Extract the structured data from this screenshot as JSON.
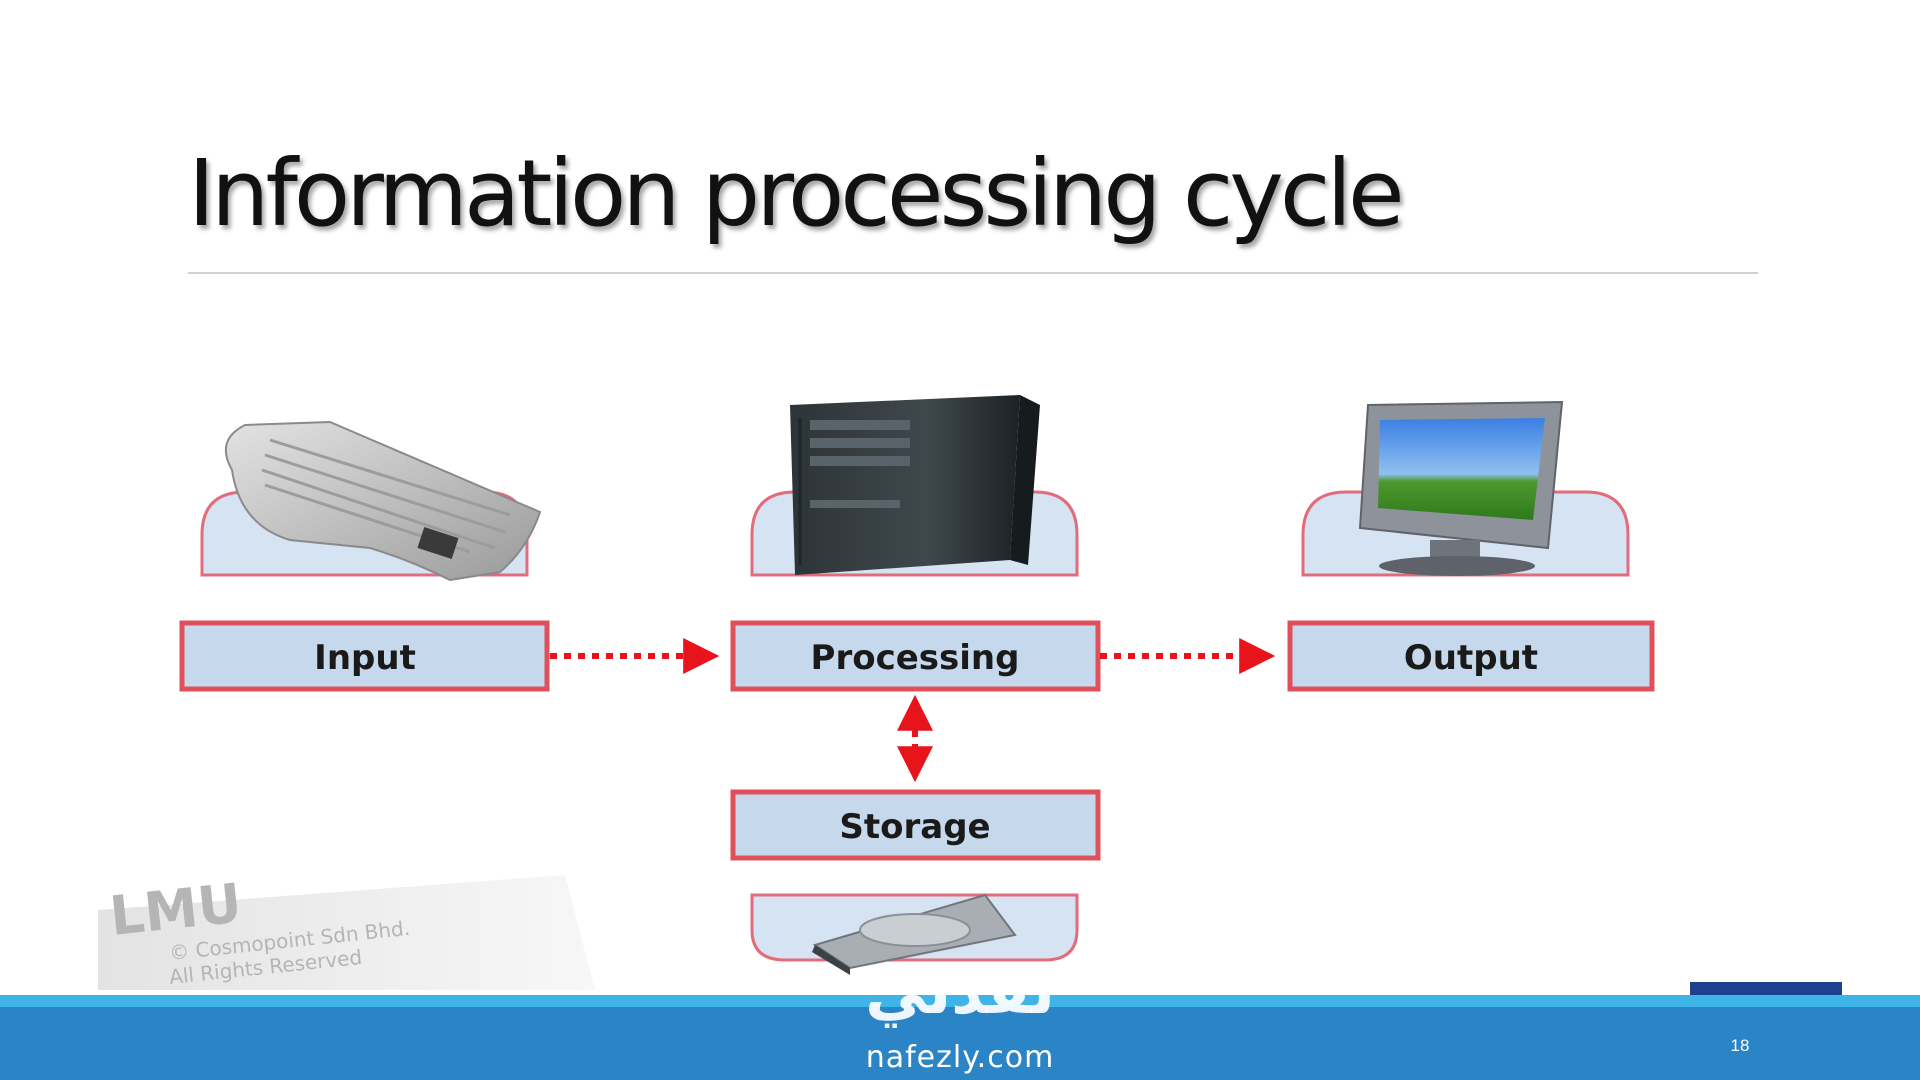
{
  "slide": {
    "title": "Information processing cycle",
    "page_number": "18"
  },
  "diagram": {
    "boxes": {
      "input": "Input",
      "processing": "Processing",
      "output": "Output",
      "storage": "Storage"
    },
    "box_fill": "#c6d8ec",
    "box_border": "#e0505a",
    "arrow_color": "#e8141c"
  },
  "watermark": {
    "logo_text": "LMU",
    "line1": "© Cosmopoint Sdn Bhd.",
    "line2": "All Rights Reserved"
  },
  "footer": {
    "brand_arabic": "نفذلي",
    "brand_domain": "nafezly.com",
    "band_color": "#2a84c6",
    "stripe_color": "#3fb4e6"
  }
}
